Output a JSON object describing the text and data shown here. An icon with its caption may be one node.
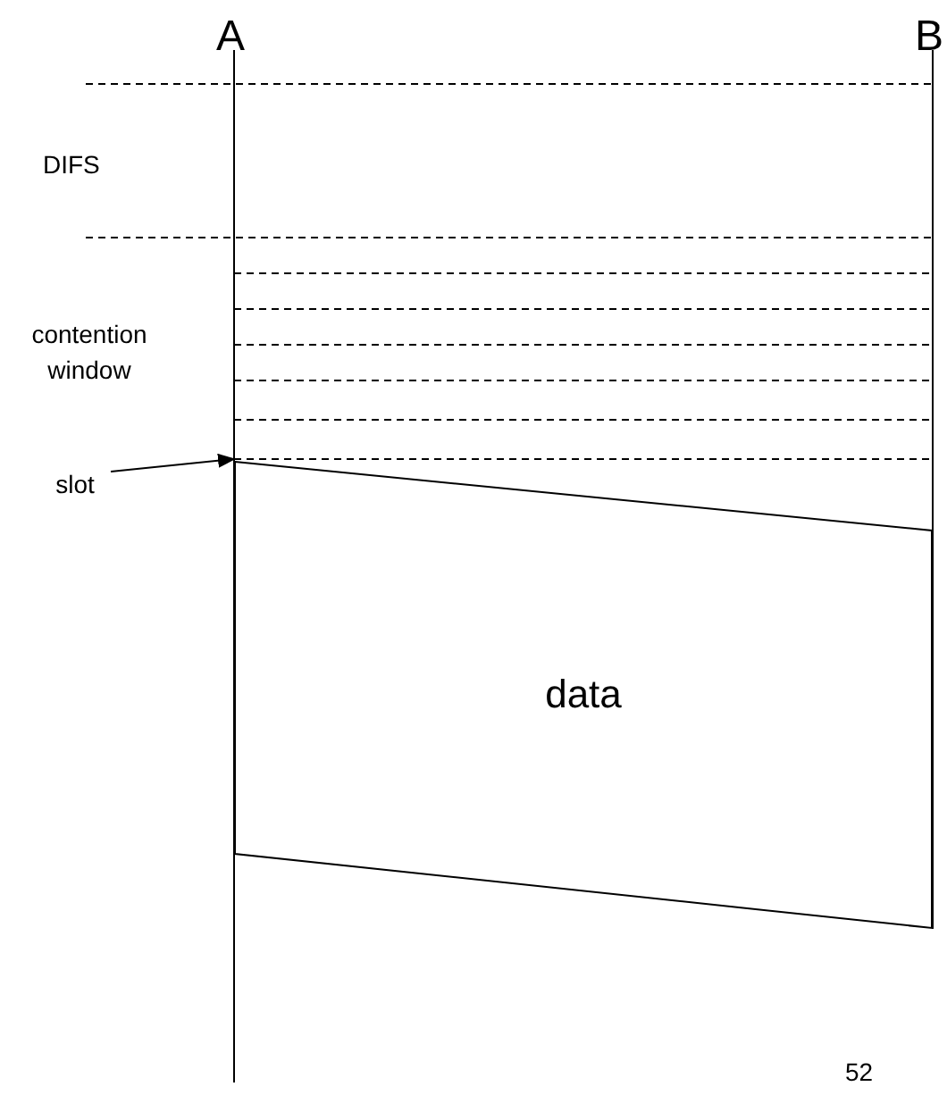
{
  "diagram": {
    "nodes": [
      {
        "text": [
          "data"
        ]
      },
      {
        "text": [
          "slot"
        ]
      }
    ],
    "edges": [
      {
        "from": 1,
        "to": 0,
        "arrow": "to"
      }
    ],
    "labels": [
      "A",
      "B",
      "DIFS",
      "contention window",
      "52"
    ]
  }
}
